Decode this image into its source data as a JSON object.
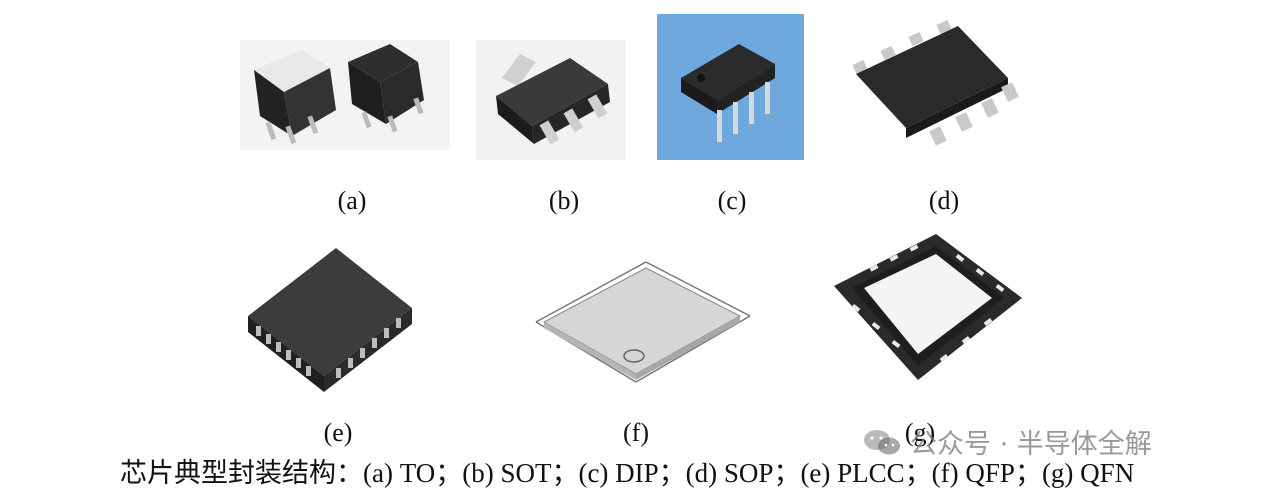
{
  "figures": [
    {
      "id": "a",
      "label": "(a)",
      "package": "TO"
    },
    {
      "id": "b",
      "label": "(b)",
      "package": "SOT"
    },
    {
      "id": "c",
      "label": "(c)",
      "package": "DIP"
    },
    {
      "id": "d",
      "label": "(d)",
      "package": "SOP"
    },
    {
      "id": "e",
      "label": "(e)",
      "package": "PLCC"
    },
    {
      "id": "f",
      "label": "(f)",
      "package": "QFP"
    },
    {
      "id": "g",
      "label": "(g)",
      "package": "QFN"
    }
  ],
  "caption": "芯片典型封装结构：(a) TO；(b) SOT；(c) DIP；(d) SOP；(e) PLCC；(f) QFP；(g) QFN",
  "watermark": {
    "text": "公众号 · 半导体全解",
    "icon": "wechat-icon"
  },
  "colors": {
    "chip_body": "#2a2a2a",
    "pin": "#c9c9c9",
    "dip_bg": "#6fa8dc",
    "qfn_pad": "#f4f4f4"
  }
}
